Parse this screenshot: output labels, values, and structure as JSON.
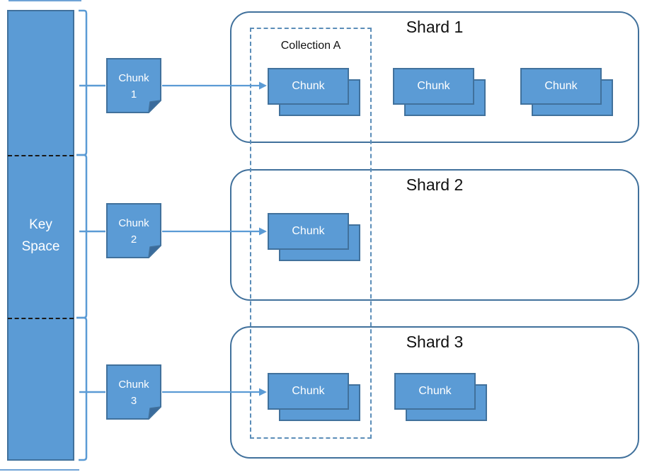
{
  "diagram": {
    "key_space": {
      "label": "Key Space"
    },
    "chunk_notes": [
      {
        "name": "Chunk",
        "number": "1"
      },
      {
        "name": "Chunk",
        "number": "2"
      },
      {
        "name": "Chunk",
        "number": "3"
      }
    ],
    "collection": {
      "label": "Collection A"
    },
    "shards": [
      {
        "title": "Shard 1",
        "chunks": [
          {
            "label": "Chunk"
          },
          {
            "label": "Chunk"
          },
          {
            "label": "Chunk"
          }
        ]
      },
      {
        "title": "Shard 2",
        "chunks": [
          {
            "label": "Chunk"
          }
        ]
      },
      {
        "title": "Shard 3",
        "chunks": [
          {
            "label": "Chunk"
          },
          {
            "label": "Chunk"
          }
        ]
      }
    ],
    "colors": {
      "shape_fill": "#5B9BD5",
      "shape_border": "#41719C",
      "note_fold": "#3A6B9C",
      "connector_blue": "#5B9BD5",
      "shard_border": "#41719C",
      "collection_dash": "#5B8DB8",
      "keyspace_divider": "#1a1a1a",
      "label_light": "#FFFFFF",
      "label_dark": "#111111"
    }
  }
}
